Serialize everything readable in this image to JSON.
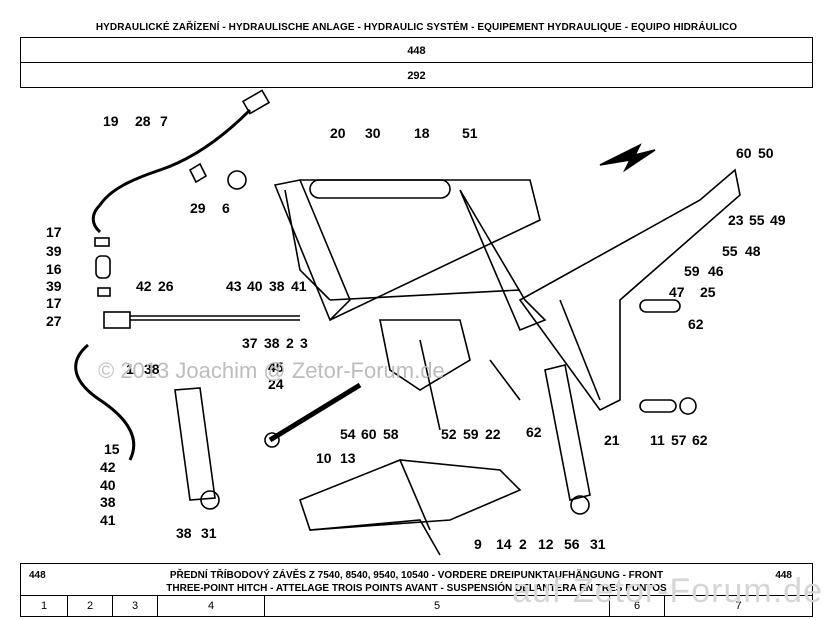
{
  "header": {
    "title": "HYDRAULICKÉ ZAŘÍZENÍ - HYDRAULISCHE ANLAGE - HYDRAULIC SYSTÉM - EQUIPEMENT HYDRAULIQUE - EQUIPO HIDRÁULICO",
    "code_top": "448",
    "code_sub": "292"
  },
  "watermark": "© 2013 Joachim @ Zetor-Forum.de",
  "watermark2": "auf Zetor-Forum.de",
  "callouts": [
    {
      "id": "c19",
      "text": "19"
    },
    {
      "id": "c28",
      "text": "28"
    },
    {
      "id": "c7",
      "text": "7"
    },
    {
      "id": "c29",
      "text": "29"
    },
    {
      "id": "c6",
      "text": "6"
    },
    {
      "id": "c20",
      "text": "20"
    },
    {
      "id": "c30",
      "text": "30"
    },
    {
      "id": "c18",
      "text": "18"
    },
    {
      "id": "c51",
      "text": "51"
    },
    {
      "id": "c60a",
      "text": "60"
    },
    {
      "id": "c50",
      "text": "50"
    },
    {
      "id": "c23",
      "text": "23"
    },
    {
      "id": "c55a",
      "text": "55"
    },
    {
      "id": "c49",
      "text": "49"
    },
    {
      "id": "c55b",
      "text": "55"
    },
    {
      "id": "c48",
      "text": "48"
    },
    {
      "id": "c59a",
      "text": "59"
    },
    {
      "id": "c46",
      "text": "46"
    },
    {
      "id": "c47",
      "text": "47"
    },
    {
      "id": "c25",
      "text": "25"
    },
    {
      "id": "c62a",
      "text": "62"
    },
    {
      "id": "c17a",
      "text": "17"
    },
    {
      "id": "c39a",
      "text": "39"
    },
    {
      "id": "c16",
      "text": "16"
    },
    {
      "id": "c39b",
      "text": "39"
    },
    {
      "id": "c17b",
      "text": "17"
    },
    {
      "id": "c27",
      "text": "27"
    },
    {
      "id": "c42a",
      "text": "42"
    },
    {
      "id": "c26",
      "text": "26"
    },
    {
      "id": "c43",
      "text": "43"
    },
    {
      "id": "c40a",
      "text": "40"
    },
    {
      "id": "c38a",
      "text": "38"
    },
    {
      "id": "c41a",
      "text": "41"
    },
    {
      "id": "c37",
      "text": "37"
    },
    {
      "id": "c38b",
      "text": "38"
    },
    {
      "id": "c2a",
      "text": "2"
    },
    {
      "id": "c3",
      "text": "3"
    },
    {
      "id": "c1",
      "text": "1"
    },
    {
      "id": "c38c",
      "text": "38"
    },
    {
      "id": "c45",
      "text": "45"
    },
    {
      "id": "c24",
      "text": "24"
    },
    {
      "id": "c54",
      "text": "54"
    },
    {
      "id": "c60b",
      "text": "60"
    },
    {
      "id": "c58",
      "text": "58"
    },
    {
      "id": "c52",
      "text": "52"
    },
    {
      "id": "c59b",
      "text": "59"
    },
    {
      "id": "c22",
      "text": "22"
    },
    {
      "id": "c21",
      "text": "21"
    },
    {
      "id": "c11",
      "text": "11"
    },
    {
      "id": "c57",
      "text": "57"
    },
    {
      "id": "c62b",
      "text": "62"
    },
    {
      "id": "c62c",
      "text": "62"
    },
    {
      "id": "c15",
      "text": "15"
    },
    {
      "id": "c42b",
      "text": "42"
    },
    {
      "id": "c40b",
      "text": "40"
    },
    {
      "id": "c38d",
      "text": "38"
    },
    {
      "id": "c41b",
      "text": "41"
    },
    {
      "id": "c38e",
      "text": "38"
    },
    {
      "id": "c31a",
      "text": "31"
    },
    {
      "id": "c10",
      "text": "10"
    },
    {
      "id": "c13",
      "text": "13"
    },
    {
      "id": "c9",
      "text": "9"
    },
    {
      "id": "c14",
      "text": "14"
    },
    {
      "id": "c2b",
      "text": "2"
    },
    {
      "id": "c12",
      "text": "12"
    },
    {
      "id": "c56",
      "text": "56"
    },
    {
      "id": "c31b",
      "text": "31"
    }
  ],
  "footer": {
    "code_left": "448",
    "code_right": "448",
    "line1": "PŘEDNÍ TŘÍBODOVÝ ZÁVĚS Z 7540, 8540, 9540, 10540 - VORDERE DREIPUNKTAUFHÄNGUNG - FRONT",
    "line2": "THREE-POINT HITCH - ATTELAGE TROIS POINTS AVANT - SUSPENSIÓN DELANTERA EN TRES PUNTOS",
    "columns": [
      "1",
      "2",
      "3",
      "4",
      "5",
      "6",
      "7"
    ]
  }
}
